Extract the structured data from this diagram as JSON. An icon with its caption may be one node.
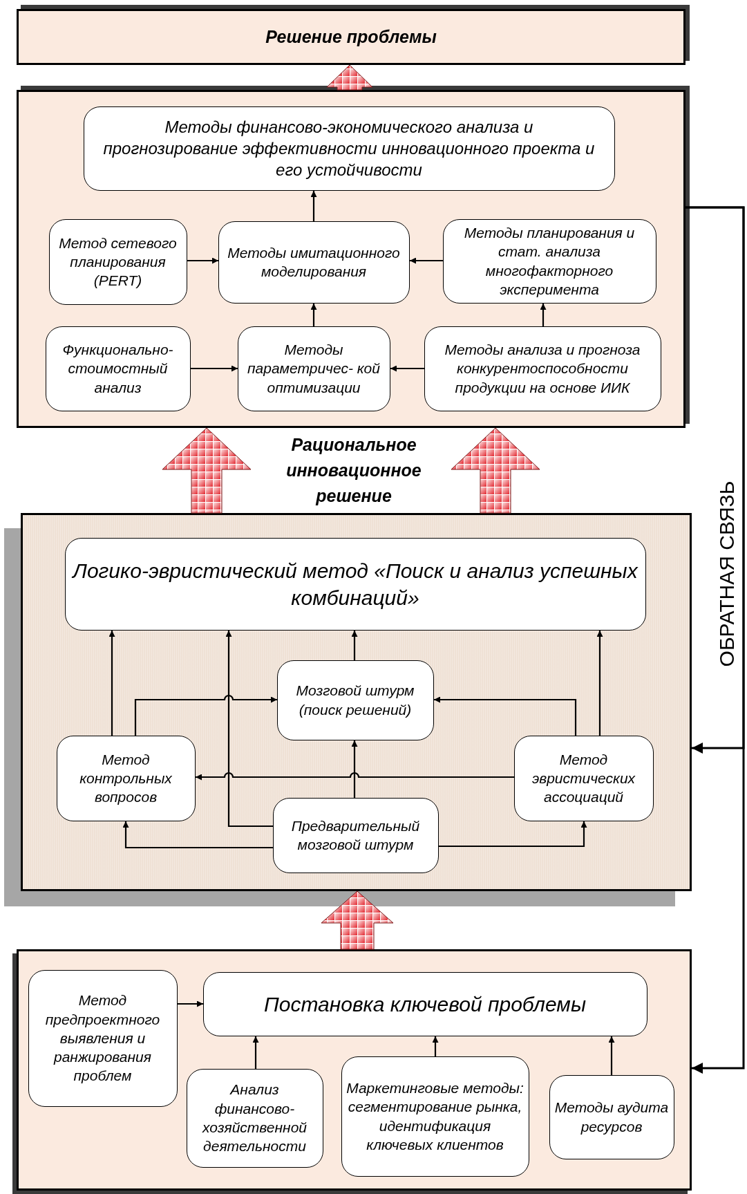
{
  "diagram": {
    "nodes": [
      {
        "text": [
          "Решение проблемы"
        ]
      },
      {
        "text": [],
        "shape": "box"
      },
      {
        "text": [
          "Методы финансово-экономического анализа и прогнозирование эффективности инновационного проекта и его устойчивости"
        ],
        "in": 1
      },
      {
        "text": [
          "Метод сетевого планирования (PERT)"
        ],
        "in": 1
      },
      {
        "text": [
          "Методы имитационного моделирования"
        ],
        "in": 1
      },
      {
        "text": [
          "Методы планирования и стат. анализа многофакторного эксперимента"
        ],
        "in": 1
      },
      {
        "text": [
          "Функционально-стоимостный анализ"
        ],
        "in": 1
      },
      {
        "text": [
          "Методы параметричес- кой оптимизации"
        ],
        "in": 1
      },
      {
        "text": [
          "Методы анализа и прогноза конкурентоспособности продукции на основе ИИК"
        ],
        "in": 1
      },
      {
        "text": [],
        "shape": "box"
      },
      {
        "text": [
          "Логико-эвристический метод «Поиск и анализ успешных комбинаций»"
        ],
        "in": 9
      },
      {
        "text": [
          "Мозговой штурм (поиск решений)"
        ],
        "in": 9
      },
      {
        "text": [
          "Метод контрольных вопросов"
        ],
        "in": 9
      },
      {
        "text": [
          "Метод эвристических ассоциаций"
        ],
        "in": 9
      },
      {
        "text": [
          "Предварительный мозговой штурм"
        ],
        "in": 9
      },
      {
        "text": [],
        "shape": "box"
      },
      {
        "text": [
          "Метод предпроектного выявления и ранжирования проблем"
        ],
        "in": 15
      },
      {
        "text": [
          "Постановка ключевой проблемы"
        ],
        "in": 15
      },
      {
        "text": [
          "Анализ финансово-хозяйственной деятельности"
        ],
        "in": 15
      },
      {
        "text": [
          "Маркетинговые методы: сегментирование рынка, идентификация ключевых клиентов"
        ],
        "in": 15
      },
      {
        "text": [
          "Методы аудита ресурсов"
        ],
        "in": 15
      }
    ],
    "edges": [
      {
        "from": 4,
        "to": 2,
        "arrow": "to"
      },
      {
        "from": 3,
        "to": 4,
        "arrow": "to"
      },
      {
        "from": 5,
        "to": 4,
        "arrow": "to"
      },
      {
        "from": 7,
        "to": 4,
        "arrow": "to"
      },
      {
        "from": 6,
        "to": 7,
        "arrow": "to"
      },
      {
        "from": 8,
        "to": 7,
        "arrow": "to"
      },
      {
        "from": 8,
        "to": 5,
        "arrow": "to"
      },
      {
        "from": 12,
        "to": 10,
        "arrow": "to"
      },
      {
        "from": 14,
        "to": 10,
        "arrow": "to"
      },
      {
        "from": 11,
        "to": 10,
        "arrow": "to"
      },
      {
        "from": 13,
        "to": 10,
        "arrow": "to"
      },
      {
        "from": 12,
        "to": 11,
        "arrow": "to"
      },
      {
        "from": 13,
        "to": 11,
        "arrow": "to"
      },
      {
        "from": 14,
        "to": 11,
        "arrow": "to"
      },
      {
        "from": 13,
        "to": 12,
        "arrow": "to"
      },
      {
        "from": 14,
        "to": 12,
        "arrow": "to"
      },
      {
        "from": 14,
        "to": 13,
        "arrow": "to"
      },
      {
        "from": 16,
        "to": 17,
        "arrow": "to"
      },
      {
        "from": 18,
        "to": 17,
        "arrow": "to"
      },
      {
        "from": 19,
        "to": 17,
        "arrow": "to"
      },
      {
        "from": 20,
        "to": 17,
        "arrow": "to"
      },
      {
        "from": 1,
        "to": 0,
        "arrow": "to",
        "style": "thick"
      },
      {
        "from": 9,
        "to": 1,
        "arrow": "to",
        "style": "thick"
      },
      {
        "from": 9,
        "to": 1,
        "arrow": "to",
        "style": "thick"
      },
      {
        "from": 15,
        "to": 9,
        "arrow": "to",
        "style": "thick"
      },
      {
        "from": 1,
        "to": 9,
        "arrow": "to"
      },
      {
        "from": 1,
        "to": 15,
        "arrow": "to"
      }
    ],
    "labels": [
      "Рациональное инновационное решение",
      "ОБРАТНАЯ СВЯЗЬ"
    ]
  }
}
